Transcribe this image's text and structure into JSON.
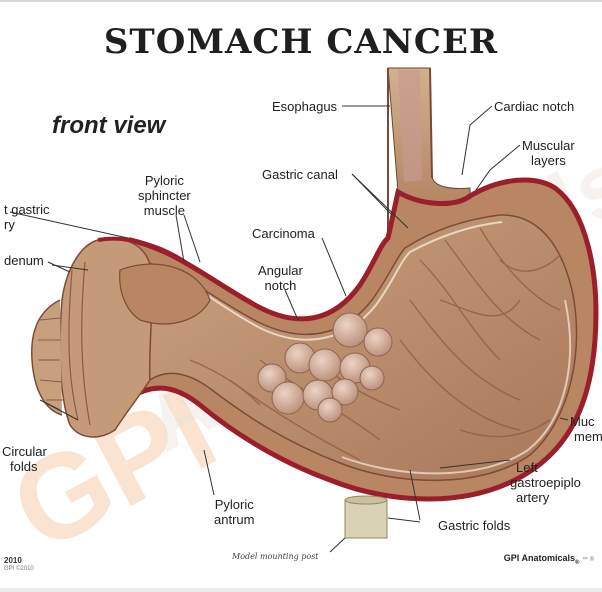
{
  "title": "STOMACH CANCER",
  "subtitle": "front view",
  "labels": {
    "esophagus": "Esophagus",
    "cardiac_notch": "Cardiac notch",
    "muscular_layers": [
      "Muscular",
      "layers"
    ],
    "gastric_canal": "Gastric canal",
    "left_gastric_artery": [
      "t gastric",
      "ry"
    ],
    "pyloric_sphincter_muscle": [
      "Pyloric",
      "sphincter",
      "muscle"
    ],
    "carcinoma": "Carcinoma",
    "angular_notch": [
      "Angular",
      "notch"
    ],
    "duodenum": "denum",
    "circular_folds": [
      "Circular",
      "folds"
    ],
    "mucous_membrane": [
      "Muc",
      "mem"
    ],
    "left_gastroepiploic_artery": [
      "Left",
      "gastroepiplo",
      "artery"
    ],
    "pyloric_antrum": [
      "Pyloric",
      "antrum"
    ],
    "gastric_folds": "Gastric folds",
    "mounting_post": "Model mounting post"
  },
  "copyright": {
    "year": "2010",
    "line2": "GPI ©2010"
  },
  "brand": {
    "name": "GPI Anatomicals",
    "mark": "®",
    "suffix": "™ ®"
  },
  "watermark": {
    "letters": "GPI",
    "word": "Anatomicals"
  },
  "colors": {
    "tissue": "#c49a7a",
    "tissue_dark": "#8a5a3e",
    "inner": "#b98d6c",
    "serosa": "#9b1f2a",
    "tumor": "#d6b4a0",
    "watermark": "#f2b27a"
  }
}
